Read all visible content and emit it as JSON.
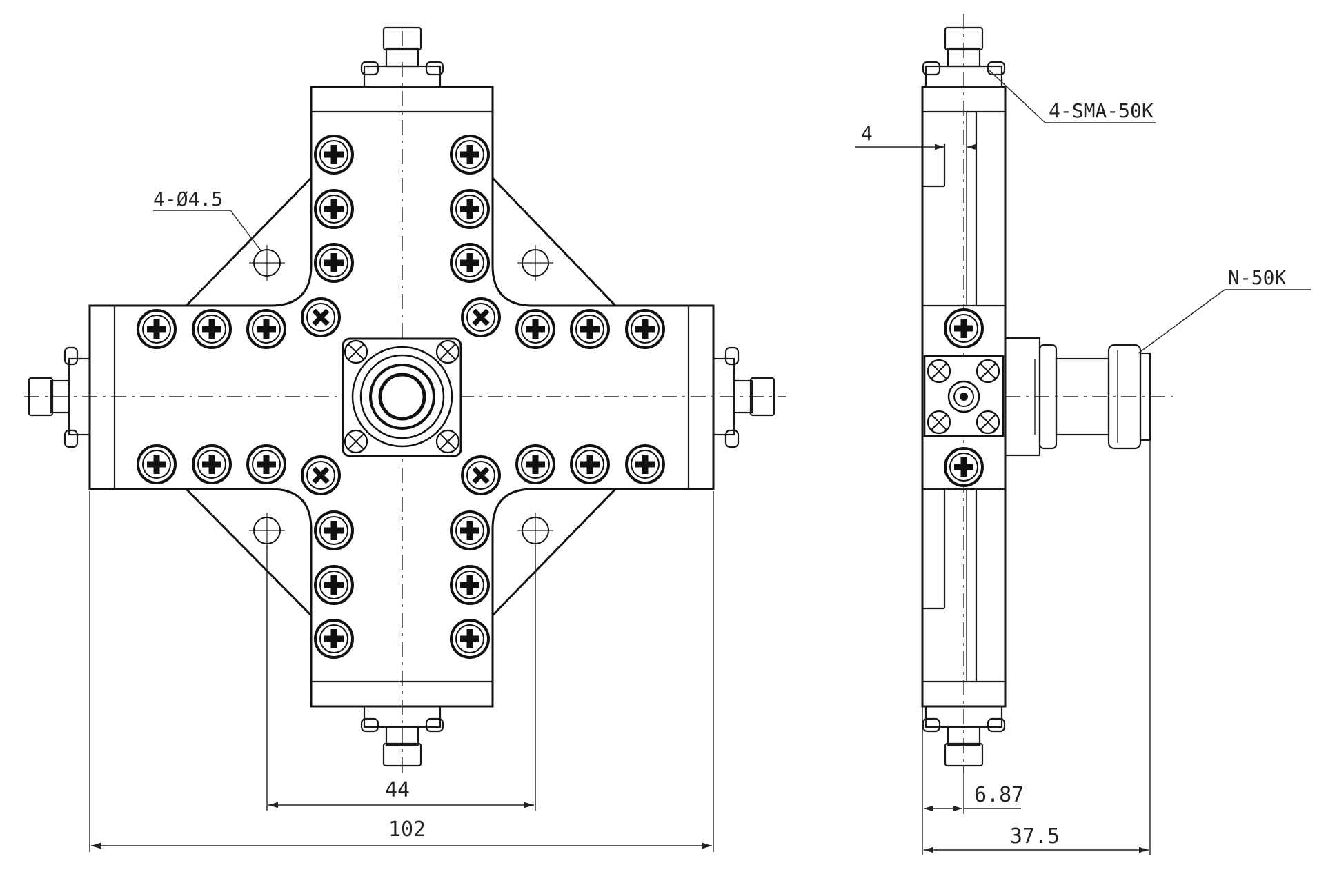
{
  "front_view": {
    "hole_callout": "4-Ø4.5",
    "dim_hole_spacing": "44",
    "dim_overall_width": "102"
  },
  "side_view": {
    "connector_callout_sma": "4-SMA-50K",
    "connector_callout_n": "N-50K",
    "dim_plate_thickness": "4",
    "dim_offset": "6.87",
    "dim_overall_depth": "37.5"
  },
  "icons": {
    "screw_plus": "phillips-screw-icon",
    "screw_cross": "x-screw-icon",
    "mount_hole": "mounting-hole-icon"
  }
}
